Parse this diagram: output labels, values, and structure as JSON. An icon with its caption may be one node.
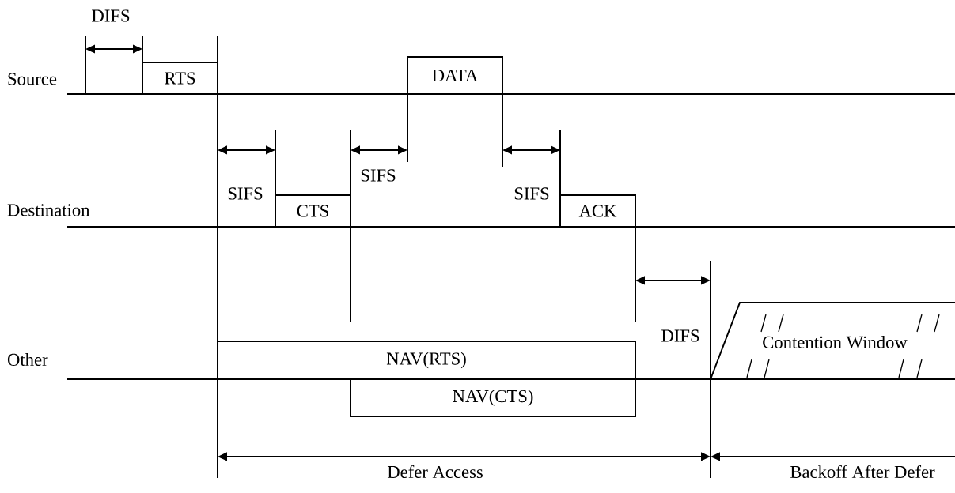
{
  "diagram": {
    "nodes": [
      {
        "text": [
          "RTS"
        ]
      },
      {
        "text": [
          "DATA"
        ]
      },
      {
        "text": [
          "CTS"
        ]
      },
      {
        "text": [
          "ACK"
        ]
      },
      {
        "text": [
          "Contention Window"
        ]
      },
      {
        "text": [
          "NAV(RTS)"
        ]
      },
      {
        "text": [
          "NAV(CTS)"
        ]
      }
    ],
    "labels": [
      "DIFS",
      "Source",
      "SIFS",
      "SIFS",
      "SIFS",
      "Destination",
      "DIFS",
      "Other",
      "Defer Access",
      "Backoff After Defer"
    ]
  }
}
